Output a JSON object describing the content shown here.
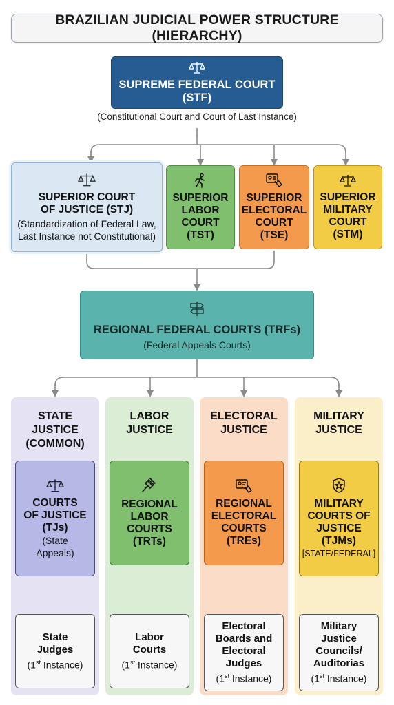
{
  "title": "BRAZILIAN JUDICIAL POWER STRUCTURE (HIERARCHY)",
  "stf": {
    "line1": "SUPREME FEDERAL COURT",
    "line2": "(STF)",
    "note": "(Constitutional Court and Court of Last Instance)",
    "icon": "scales-icon"
  },
  "superior": {
    "stj": {
      "line1": "SUPERIOR COURT",
      "line2": "OF JUSTICE (STJ)",
      "note1": "(Standardization of Federal Law,",
      "note2": "Last Instance not Constitutional)",
      "icon": "scales-icon"
    },
    "tst": {
      "line1": "SUPERIOR",
      "line2": "LABOR",
      "line3": "COURT",
      "line4": "(TST)",
      "icon": "worker-icon"
    },
    "tse": {
      "line1": "SUPERIOR",
      "line2": "ELECTORAL",
      "line3": "COURT",
      "line4": "(TSE)",
      "icon": "ballot-icon"
    },
    "stm": {
      "line1": "SUPERIOR",
      "line2": "MILITARY",
      "line3": "COURT",
      "line4": "(STM)",
      "icon": "scales-icon"
    }
  },
  "trf": {
    "title": "REGIONAL FEDERAL COURTS (TRFs)",
    "note": "(Federal Appeals Courts)",
    "icon": "signpost-icon"
  },
  "columns": {
    "state": {
      "head1": "STATE",
      "head2": "JUSTICE",
      "head3": "(COMMON)",
      "court1": "COURTS",
      "court2": "OF JUSTICE",
      "court3": "(TJs)",
      "court_note1": "(State",
      "court_note2": "Appeals)",
      "lower1": "State",
      "lower2": "Judges",
      "inst_num": "(1",
      "inst_sup": "st",
      "inst_rest": " Instance)",
      "bg": "#e4e2f3",
      "inner_bg": "#b6b9e6"
    },
    "labor": {
      "head1": "LABOR",
      "head2": "JUSTICE",
      "court1": "REGIONAL",
      "court2": "LABOR",
      "court3": "COURTS",
      "court4": "(TRTs)",
      "lower1": "Labor",
      "lower2": "Courts",
      "inst_num": "(1",
      "inst_sup": "st",
      "inst_rest": " Instance)",
      "bg": "#dcedd5",
      "inner_bg": "#7fbf6e"
    },
    "electoral": {
      "head1": "ELECTORAL",
      "head2": "JUSTICE",
      "court1": "REGIONAL",
      "court2": "ELECTORAL",
      "court3": "COURTS",
      "court4": "(TREs)",
      "lower1": "Electoral",
      "lower2": "Boards and",
      "lower3": "Electoral",
      "lower4": "Judges",
      "inst_num": "(1",
      "inst_sup": "st",
      "inst_rest": " Instance)",
      "bg": "#fbdcc7",
      "inner_bg": "#f39a4c"
    },
    "military": {
      "head1": "MILITARY",
      "head2": "JUSTICE",
      "court1": "MILITARY",
      "court2": "COURTS OF",
      "court3": "JUSTICE",
      "court4": "(TJMs)",
      "court_note": "[STATE/FEDERAL]",
      "lower1": "Military",
      "lower2": "Justice",
      "lower3": "Councils/",
      "lower4": "Auditorias",
      "inst_num": "(1",
      "inst_sup": "st",
      "inst_rest": " Instance)",
      "bg": "#fbefc9",
      "inner_bg": "#f3cc45"
    }
  },
  "colors": {
    "arrow": "#8a8a8a",
    "stf": "#255c91",
    "trf": "#5ab3ac"
  }
}
